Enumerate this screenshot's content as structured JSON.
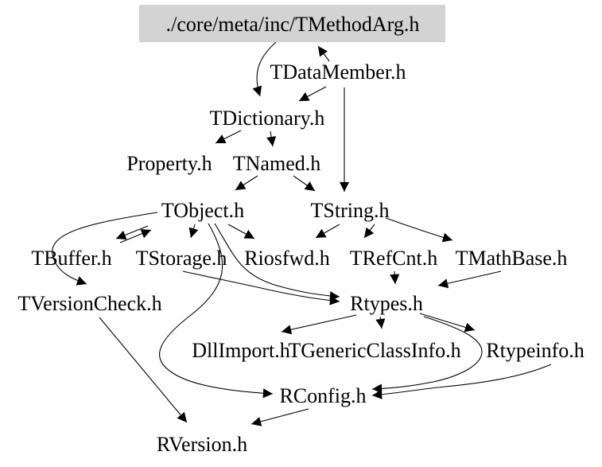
{
  "diagram": {
    "type": "include-dependency-graph",
    "colors": {
      "background": "#ffffff",
      "root_node_bg": "#d3d3d3",
      "edge": "#000000",
      "text": "#000000"
    }
  },
  "nodes": {
    "root": {
      "label": "./core/meta/inc/TMethodArg.h"
    },
    "tdatamember": {
      "label": "TDataMember.h"
    },
    "tdictionary": {
      "label": "TDictionary.h"
    },
    "property": {
      "label": "Property.h"
    },
    "tnamed": {
      "label": "TNamed.h"
    },
    "tobject": {
      "label": "TObject.h"
    },
    "tstring": {
      "label": "TString.h"
    },
    "tbuffer": {
      "label": "TBuffer.h"
    },
    "tstorage": {
      "label": "TStorage.h"
    },
    "riosfwd": {
      "label": "Riosfwd.h"
    },
    "trefcnt": {
      "label": "TRefCnt.h"
    },
    "tmathbase": {
      "label": "TMathBase.h"
    },
    "tversioncheck": {
      "label": "TVersionCheck.h"
    },
    "rtypes": {
      "label": "Rtypes.h"
    },
    "dllimport": {
      "label": "DllImport.h"
    },
    "tgenericclassinfo": {
      "label": "TGenericClassInfo.h"
    },
    "rtypeinfo": {
      "label": "Rtypeinfo.h"
    },
    "rconfig": {
      "label": "RConfig.h"
    },
    "rversion": {
      "label": "RVersion.h"
    }
  },
  "edges": [
    {
      "from": "root",
      "to": "tdictionary"
    },
    {
      "from": "tdatamember",
      "to": "root"
    },
    {
      "from": "tdatamember",
      "to": "tdictionary"
    },
    {
      "from": "tdatamember",
      "to": "tstring"
    },
    {
      "from": "tdictionary",
      "to": "property"
    },
    {
      "from": "tdictionary",
      "to": "tnamed"
    },
    {
      "from": "tnamed",
      "to": "tobject"
    },
    {
      "from": "tnamed",
      "to": "tstring"
    },
    {
      "from": "tobject",
      "to": "tbuffer"
    },
    {
      "from": "tbuffer",
      "to": "tobject"
    },
    {
      "from": "tobject",
      "to": "tstorage"
    },
    {
      "from": "tobject",
      "to": "riosfwd"
    },
    {
      "from": "tobject",
      "to": "tversioncheck"
    },
    {
      "from": "tobject",
      "to": "rtypes"
    },
    {
      "from": "tstorage",
      "to": "rtypes"
    },
    {
      "from": "tobject",
      "to": "rconfig"
    },
    {
      "from": "tstring",
      "to": "riosfwd"
    },
    {
      "from": "tstring",
      "to": "trefcnt"
    },
    {
      "from": "tstring",
      "to": "tmathbase"
    },
    {
      "from": "trefcnt",
      "to": "rtypes"
    },
    {
      "from": "tmathbase",
      "to": "rtypes"
    },
    {
      "from": "rtypes",
      "to": "dllimport"
    },
    {
      "from": "rtypes",
      "to": "tgenericclassinfo"
    },
    {
      "from": "rtypes",
      "to": "rtypeinfo"
    },
    {
      "from": "rtypes",
      "to": "rconfig"
    },
    {
      "from": "rtypeinfo",
      "to": "rconfig"
    },
    {
      "from": "rconfig",
      "to": "rversion"
    },
    {
      "from": "tversioncheck",
      "to": "rversion"
    }
  ]
}
